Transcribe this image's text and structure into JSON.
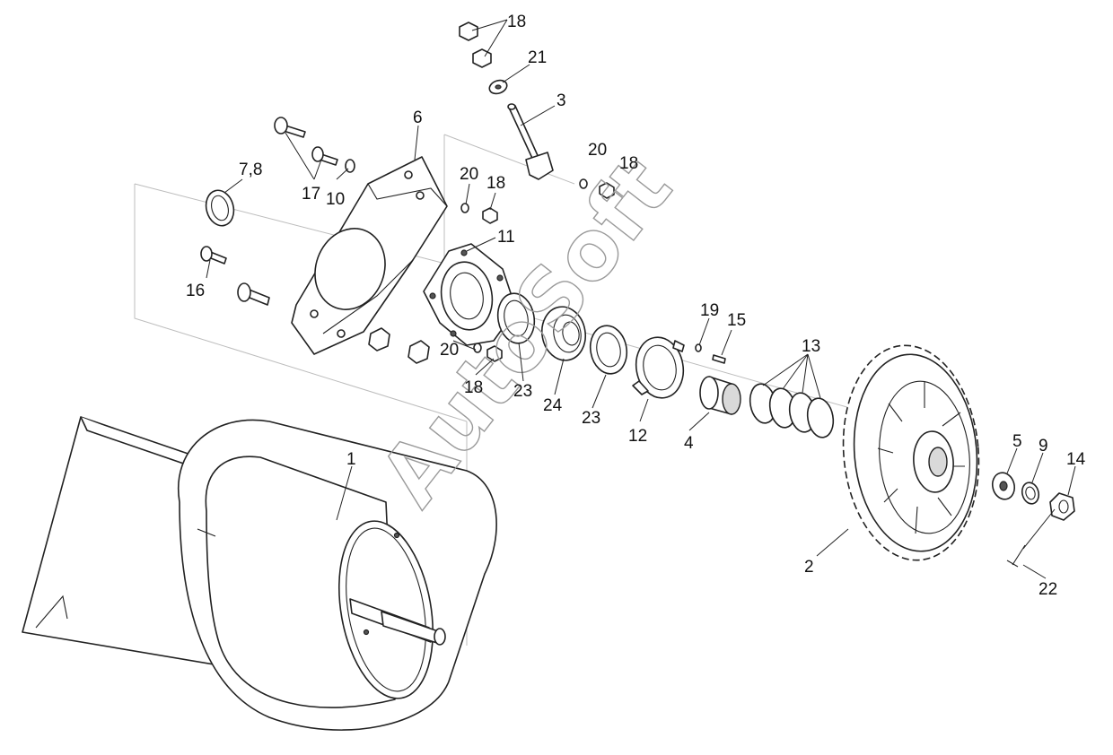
{
  "watermark": "AutoSoft",
  "callouts": [
    {
      "id": "c18a",
      "text": "18"
    },
    {
      "id": "c21",
      "text": "21"
    },
    {
      "id": "c3",
      "text": "3"
    },
    {
      "id": "c6",
      "text": "6"
    },
    {
      "id": "c78",
      "text": "7,8"
    },
    {
      "id": "c17",
      "text": "17"
    },
    {
      "id": "c10",
      "text": "10"
    },
    {
      "id": "c20a",
      "text": "20"
    },
    {
      "id": "c18b",
      "text": "18"
    },
    {
      "id": "c20b",
      "text": "20"
    },
    {
      "id": "c18c",
      "text": "18"
    },
    {
      "id": "c11",
      "text": "11"
    },
    {
      "id": "c16",
      "text": "16"
    },
    {
      "id": "c19",
      "text": "19"
    },
    {
      "id": "c15",
      "text": "15"
    },
    {
      "id": "c13",
      "text": "13"
    },
    {
      "id": "c20c",
      "text": "20"
    },
    {
      "id": "c18d",
      "text": "18"
    },
    {
      "id": "c23a",
      "text": "23"
    },
    {
      "id": "c24",
      "text": "24"
    },
    {
      "id": "c23b",
      "text": "23"
    },
    {
      "id": "c12",
      "text": "12"
    },
    {
      "id": "c4",
      "text": "4"
    },
    {
      "id": "c1",
      "text": "1"
    },
    {
      "id": "c5",
      "text": "5"
    },
    {
      "id": "c9",
      "text": "9"
    },
    {
      "id": "c14",
      "text": "14"
    },
    {
      "id": "c2",
      "text": "2"
    },
    {
      "id": "c22",
      "text": "22"
    }
  ]
}
